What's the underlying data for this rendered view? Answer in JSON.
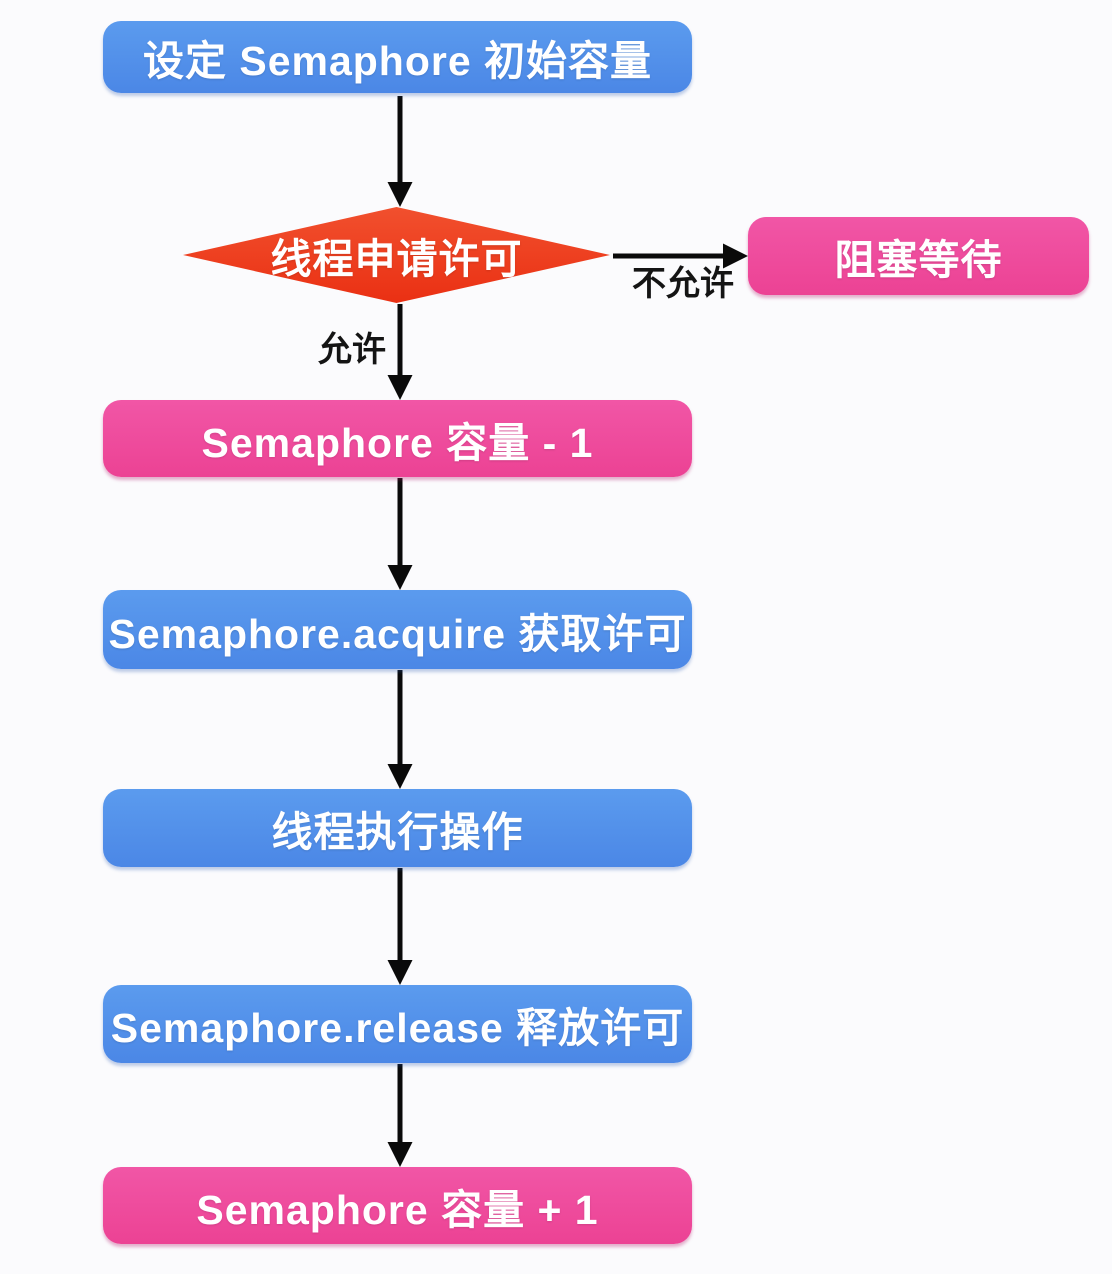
{
  "diagram": {
    "nodes": {
      "set_capacity": {
        "label": "设定 Semaphore 初始容量",
        "shape": "rounded-rect",
        "color": "#5291ea"
      },
      "request_permit": {
        "label": "线程申请许可",
        "shape": "diamond",
        "color": "#ee3b1e"
      },
      "block_wait": {
        "label": "阻塞等待",
        "shape": "rounded-rect",
        "color": "#ee4c9b"
      },
      "capacity_minus": {
        "label": "Semaphore 容量 - 1",
        "shape": "rounded-rect",
        "color": "#ee4c9b"
      },
      "acquire": {
        "label": "Semaphore.acquire 获取许可",
        "shape": "rounded-rect",
        "color": "#5291ea"
      },
      "execute": {
        "label": "线程执行操作",
        "shape": "rounded-rect",
        "color": "#5291ea"
      },
      "release": {
        "label": "Semaphore.release 释放许可",
        "shape": "rounded-rect",
        "color": "#5291ea"
      },
      "capacity_plus": {
        "label": "Semaphore 容量 + 1",
        "shape": "rounded-rect",
        "color": "#ee4c9b"
      }
    },
    "edge_labels": {
      "allow": "允许",
      "deny": "不允许"
    },
    "colors": {
      "blue": "#5291ea",
      "pink": "#ee4c9b",
      "red": "#ee3b1e",
      "arrow": "#0a0a0a",
      "background": "#fbfbfd",
      "node_text": "#ffffff",
      "label_text": "#141414"
    }
  }
}
